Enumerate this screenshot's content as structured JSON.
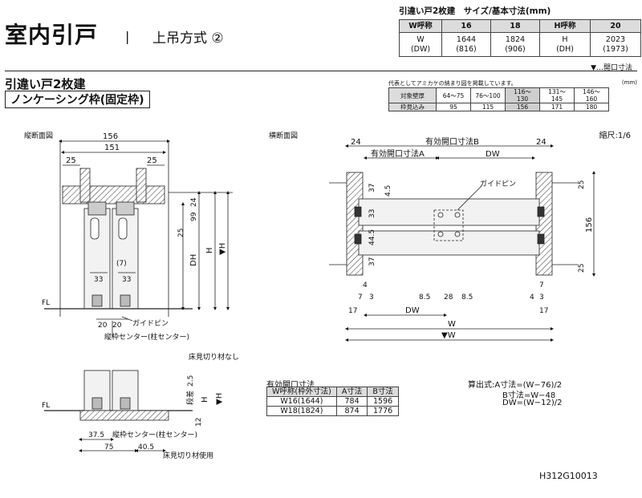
{
  "header": {
    "title": "室内引戸",
    "separator": "|",
    "subtitle": "上吊方式 ②"
  },
  "size_table": {
    "caption": "引違い戸2枚建　サイズ/基本寸法(mm)",
    "headers": [
      "W呼称",
      "16",
      "18",
      "H呼称",
      "20"
    ],
    "row": [
      {
        "main": "W",
        "sub": "(DW)"
      },
      {
        "main": "1644",
        "sub": "(816)"
      },
      {
        "main": "1824",
        "sub": "(906)"
      },
      {
        "main": "H",
        "sub": "(DH)"
      },
      {
        "main": "2023",
        "sub": "(1973)"
      }
    ]
  },
  "opening_note": "▼…開口寸法",
  "type_label": "引違い戸2枚建",
  "frame_label": "ノンケーシング枠(固定枠)",
  "frame_table": {
    "caption": "代表としてアミカケの納まり図を掲載しています。",
    "unit": "(mm)",
    "rows": [
      [
        "対象壁厚",
        "64〜75",
        "76〜100",
        "116〜130",
        "131〜145",
        "146〜160"
      ],
      [
        "枠見込み",
        "95",
        "115",
        "156",
        "171",
        "180"
      ]
    ],
    "highlight_col": 3
  },
  "scale": "縮尺:1/6",
  "vertical_section": {
    "label": "縦断面図",
    "dims": {
      "d156": "156",
      "d151": "151",
      "d25a": "25",
      "d25b": "25",
      "d24": "24",
      "d99": "99",
      "d25c": "25",
      "dH": "H",
      "dHo": "▼H",
      "dDH": "DH",
      "d7": "(7)",
      "d33a": "33",
      "d33b": "33",
      "d20a": "20",
      "d20b": "20",
      "FL": "FL"
    },
    "guide_pin": "ガイドピン",
    "frame_center": "縦枠センター(柱センター)",
    "no_sill": "床見切り材なし"
  },
  "horizontal_section": {
    "label": "横断面図",
    "dims": {
      "d24a": "24",
      "d24b": "24",
      "effB": "有効開口寸法B",
      "effA": "有効開口寸法A",
      "DW_top": "DW",
      "d37a": "37",
      "d45": "4.5",
      "d33": "33",
      "d445": "44.5",
      "d37b": "37",
      "d25": "25",
      "d156": "156",
      "d25b": "25",
      "d4": "4",
      "d7": "7",
      "d3": "3",
      "d17": "17",
      "d85a": "8.5",
      "d28": "28",
      "d85b": "8.5",
      "d4b": "4",
      "d3b": "3",
      "d7b": "7",
      "d17b": "17",
      "DW_bot": "DW",
      "W": "W",
      "Wo": "▼W"
    },
    "guide_pin": "ガイドピン"
  },
  "sill_section": {
    "dims": {
      "d25": "2.5",
      "step": "段差",
      "dH": "H",
      "dHo": "▼H",
      "d12": "12",
      "d375": "37.5",
      "d75": "75",
      "d405": "40.5",
      "FL": "FL"
    },
    "frame_center": "縦枠センター(柱センター)",
    "sill_used": "床見切り材使用"
  },
  "opening_table": {
    "caption": "有効開口寸法",
    "headers": [
      "W呼称(枠外寸法)",
      "A寸法",
      "B寸法"
    ],
    "rows": [
      [
        "W16(1644)",
        "784",
        "1596"
      ],
      [
        "W18(1824)",
        "874",
        "1776"
      ]
    ]
  },
  "formulas": [
    "算出式:A寸法=(W−76)/2",
    "B寸法=W−48",
    "DW=(W−12)/2"
  ],
  "code": "H312G10013"
}
